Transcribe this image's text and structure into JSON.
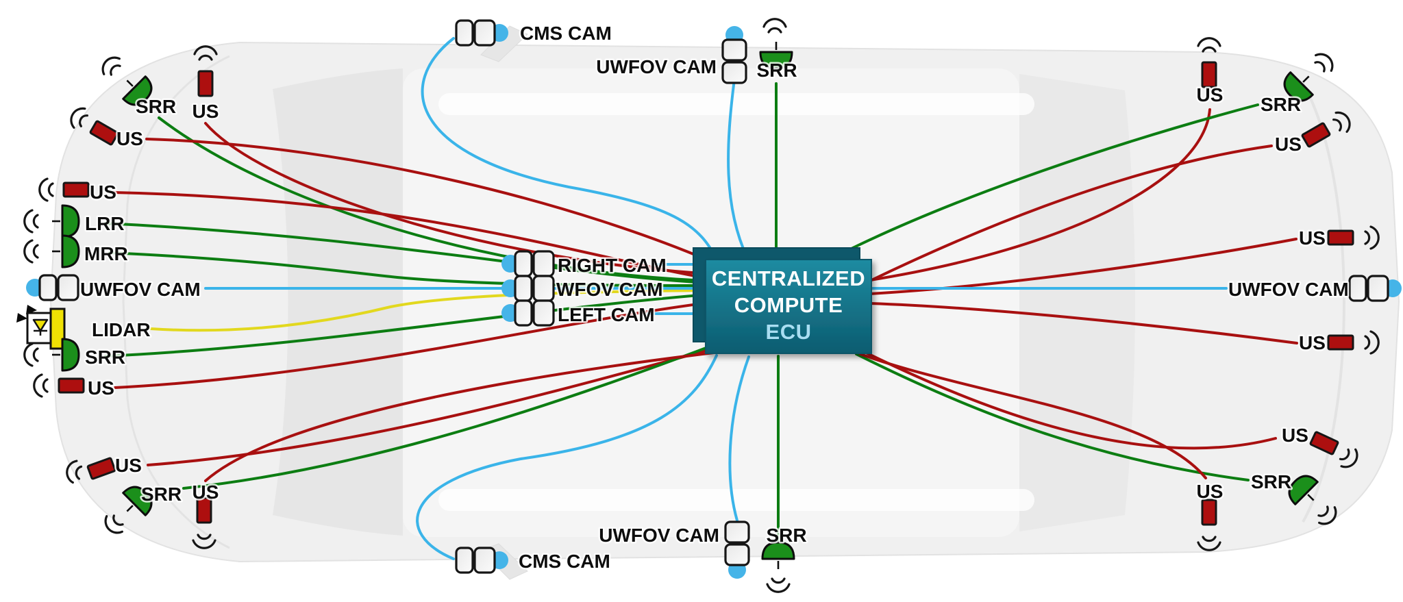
{
  "diagram": {
    "ecu": {
      "lines": [
        "CENTRALIZED",
        "COMPUTE",
        "ECU"
      ]
    },
    "colors": {
      "wires": {
        "us": "#a81010",
        "radar": "#0c7d12",
        "camera": "#3ab4e9",
        "lidar": "#e2d81e"
      },
      "ultrasonic_red": "#ad0f0f",
      "radar_green": "#1b8f1b",
      "camera_lens_blue": "#45b4e8",
      "lidar_yellow": "#efe104",
      "ecu_top": "#1f8ba1",
      "ecu_bottom": "#0c5c70",
      "ecu_back": "#0e586b",
      "ecu_text": "#ffffff",
      "ecu_text_accent": "#a9def2"
    },
    "sensors": [
      {
        "id": "fl-srr",
        "label": "SRR",
        "type": "radar"
      },
      {
        "id": "fl-us",
        "label": "US",
        "type": "us"
      },
      {
        "id": "fl-us2",
        "label": "US",
        "type": "us"
      },
      {
        "id": "l-us-front",
        "label": "US",
        "type": "us"
      },
      {
        "id": "l-lrr",
        "label": "LRR",
        "type": "radar"
      },
      {
        "id": "l-mrr",
        "label": "MRR",
        "type": "radar"
      },
      {
        "id": "l-uwfov",
        "label": "UWFOV CAM",
        "type": "camera"
      },
      {
        "id": "l-lidar",
        "label": "LIDAR",
        "type": "lidar"
      },
      {
        "id": "l-srr",
        "label": "SRR",
        "type": "radar"
      },
      {
        "id": "l-us-rear",
        "label": "US",
        "type": "us"
      },
      {
        "id": "bl-us",
        "label": "US",
        "type": "us"
      },
      {
        "id": "bl-srr",
        "label": "SRR",
        "type": "radar"
      },
      {
        "id": "bl-us2",
        "label": "US",
        "type": "us"
      },
      {
        "id": "t-cms",
        "label": "CMS CAM",
        "type": "camera"
      },
      {
        "id": "t-uwfov",
        "label": "UWFOV CAM",
        "type": "camera"
      },
      {
        "id": "t-srr",
        "label": "SRR",
        "type": "radar"
      },
      {
        "id": "c-right",
        "label": "RIGHT CAM",
        "type": "camera"
      },
      {
        "id": "c-wfov",
        "label": "WFOV CAM",
        "type": "camera"
      },
      {
        "id": "c-left",
        "label": "LEFT CAM",
        "type": "camera"
      },
      {
        "id": "tr-us",
        "label": "US",
        "type": "us"
      },
      {
        "id": "tr-srr",
        "label": "SRR",
        "type": "radar"
      },
      {
        "id": "tr-us2",
        "label": "US",
        "type": "us"
      },
      {
        "id": "r-us1",
        "label": "US",
        "type": "us"
      },
      {
        "id": "r-uwfov",
        "label": "UWFOV CAM",
        "type": "camera"
      },
      {
        "id": "r-us2",
        "label": "US",
        "type": "us"
      },
      {
        "id": "br-us2",
        "label": "US",
        "type": "us"
      },
      {
        "id": "br-srr",
        "label": "SRR",
        "type": "radar"
      },
      {
        "id": "br-us",
        "label": "US",
        "type": "us"
      },
      {
        "id": "b-uwfov",
        "label": "UWFOV CAM",
        "type": "camera"
      },
      {
        "id": "b-srr",
        "label": "SRR",
        "type": "radar"
      },
      {
        "id": "b-cms",
        "label": "CMS CAM",
        "type": "camera"
      }
    ]
  }
}
